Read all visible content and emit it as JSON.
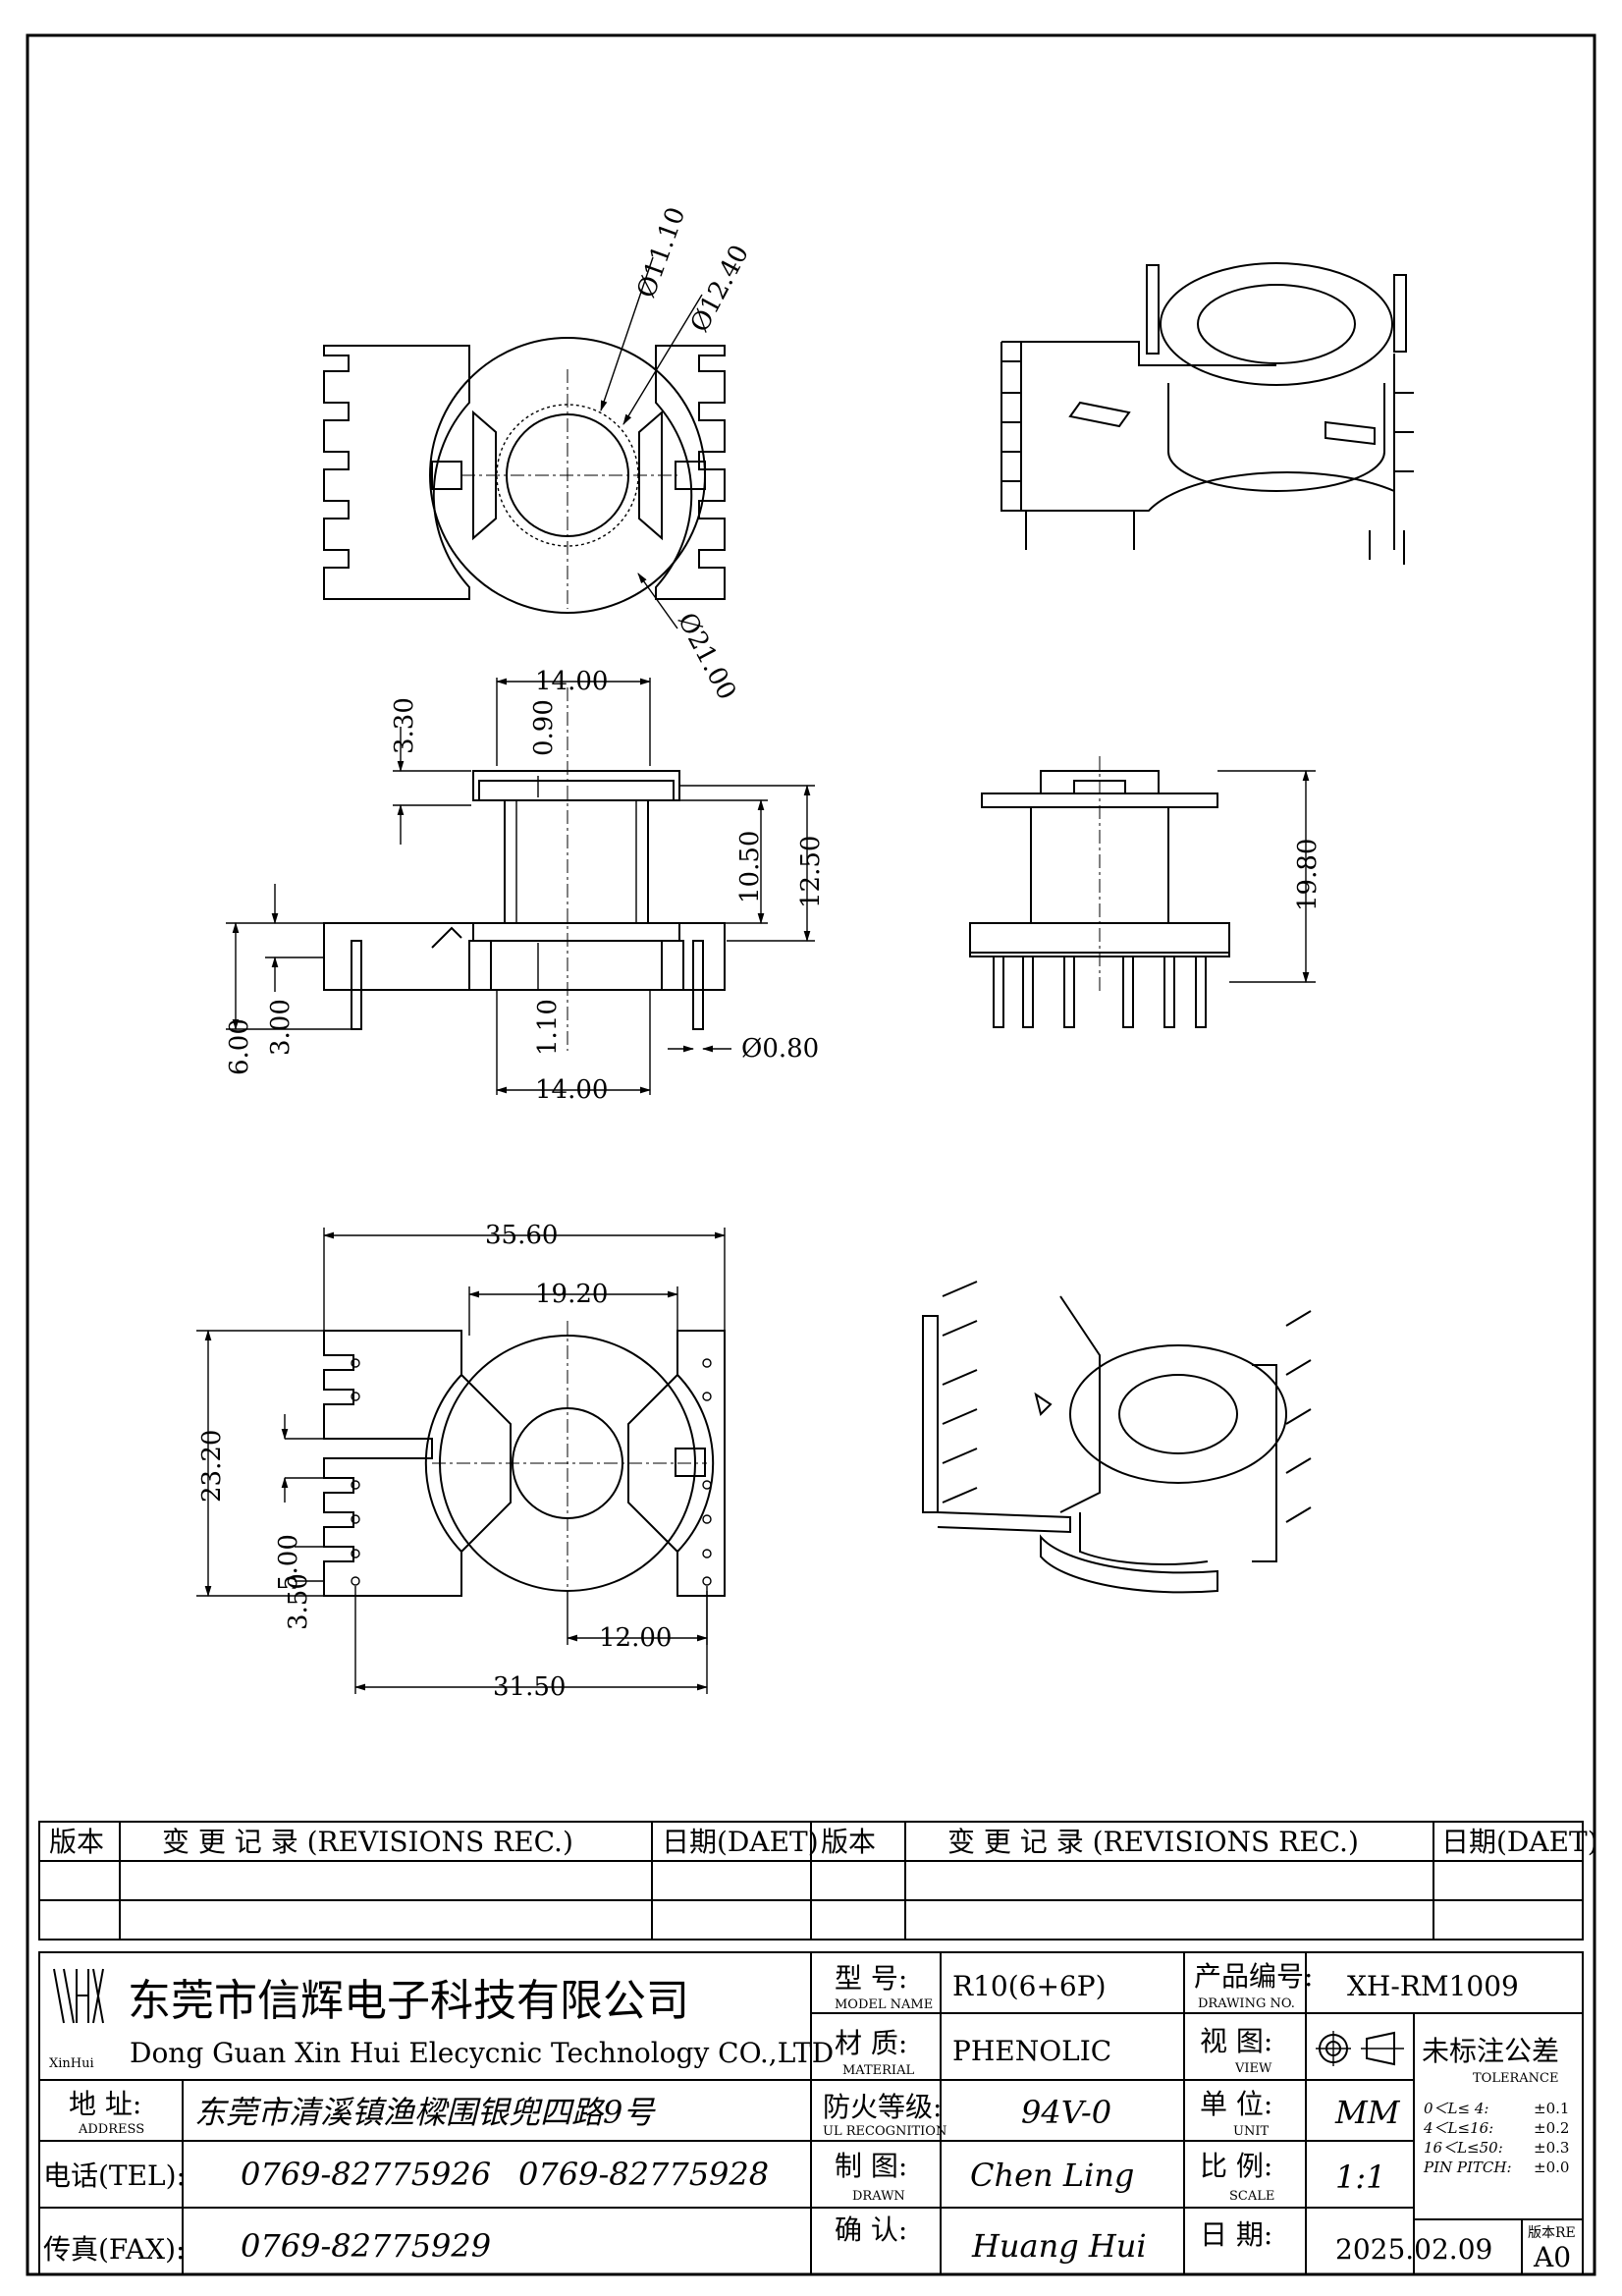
{
  "dimensions": {
    "d1": "Ø11.10",
    "d2": "Ø12.40",
    "d3": "Ø21.00",
    "w_top": "14.00",
    "h_330": "3.30",
    "h_090": "0.90",
    "h_1050": "10.50",
    "h_1250": "12.50",
    "h_600": "6.00",
    "h_300": "3.00",
    "h_110": "1.10",
    "pin_d": "Ø0.80",
    "w_bottom": "14.00",
    "h_1980": "19.80",
    "w_3560": "35.60",
    "w_1920": "19.20",
    "h_2320": "23.20",
    "h_500": "5.00",
    "h_350": "3.50",
    "w_1200": "12.00",
    "w_3150": "31.50"
  },
  "revisions": {
    "col_version": "版本",
    "col_change": "变 更 记 录  (REVISIONS REC.)",
    "col_date": "日期(DAET)",
    "rows": [
      [
        "",
        "",
        "",
        "",
        "",
        ""
      ],
      [
        "",
        "",
        "",
        "",
        "",
        ""
      ]
    ]
  },
  "company": {
    "logo_text": "XinHui",
    "name_cn": "东莞市信辉电子科技有限公司",
    "name_en": "Dong Guan Xin Hui Elecycnic Technology CO.,LTD",
    "address_label": "地  址:",
    "address_label_en": "ADDRESS",
    "address": "东莞市清溪镇渔樑围银兜四路9号",
    "tel_label": "电话(TEL):",
    "tel1": "0769-82775926",
    "tel2": "0769-82775928",
    "fax_label": "传真(FAX):",
    "fax": "0769-82775929"
  },
  "title_block": {
    "model_label": "型  号:",
    "model_label_en": "MODEL NAME",
    "model": "R10(6+6P)",
    "material_label": "材  质:",
    "material_label_en": "MATERIAL",
    "material": "PHENOLIC",
    "fire_label": "防火等级:",
    "fire_label_en": "UL RECOGNITION",
    "fire": "94V-0",
    "drawn_label": "制  图:",
    "drawn_label_en": "DRAWN",
    "drawn": "Chen Ling",
    "confirm_label": "确  认:",
    "confirm": "Huang Hui",
    "drawing_no_label": "产品编号:",
    "drawing_no_label_en": "DRAWING NO.",
    "drawing_no": "XH-RM1009",
    "view_label": "视  图:",
    "view_label_en": "VIEW",
    "unit_label": "单  位:",
    "unit_label_en": "UNIT",
    "unit": "MM",
    "scale_label": "比  例:",
    "scale_label_en": "SCALE",
    "scale": "1:1",
    "date_label": "日  期:",
    "date": "2025.02.09",
    "version_label": "版本RE",
    "version": "A0",
    "tolerance_title": "未标注公差",
    "tolerance_title_en": "TOLERANCE",
    "tolerances": [
      [
        "0＜L≤ 4:",
        "±0.1"
      ],
      [
        "4＜L≤16:",
        "±0.2"
      ],
      [
        "16＜L≤50:",
        "±0.3"
      ],
      [
        "PIN PITCH:",
        "±0.0"
      ]
    ]
  }
}
